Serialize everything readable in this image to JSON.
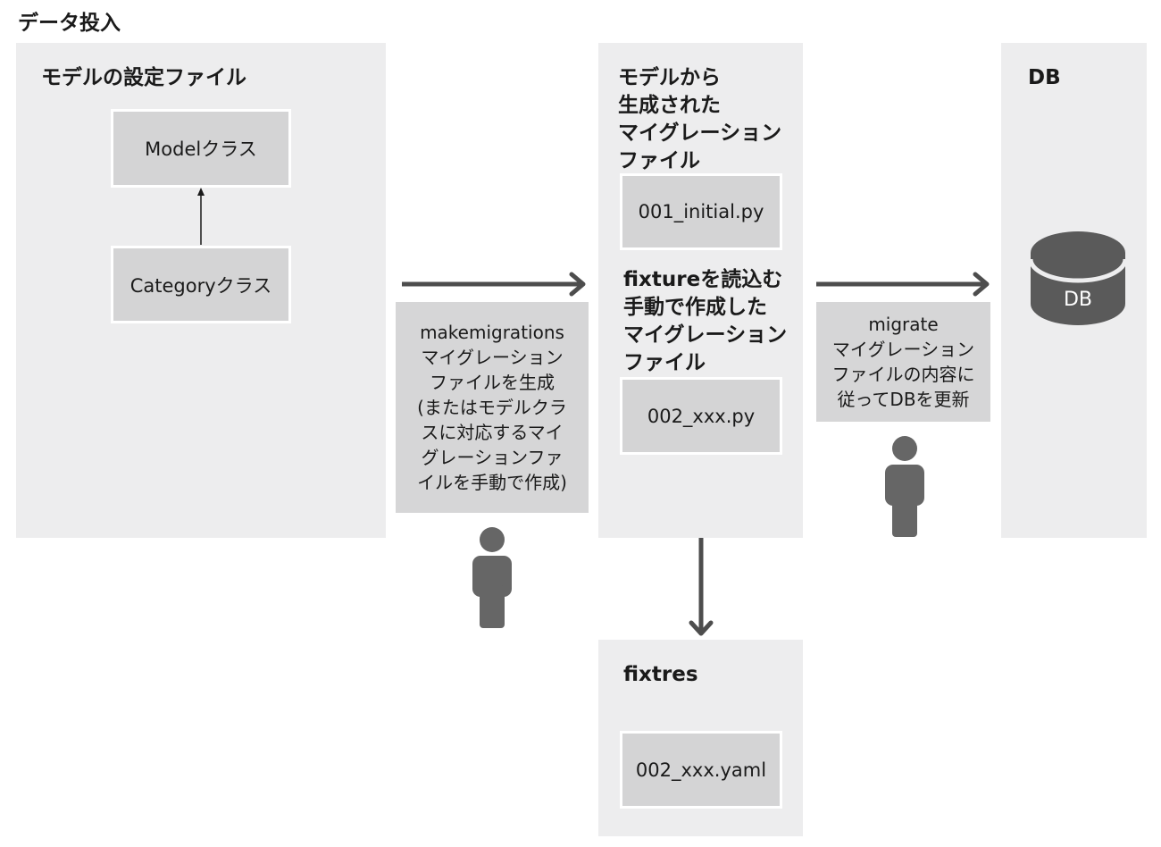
{
  "title": "データ投入",
  "panels": {
    "model_settings": {
      "heading": "モデルの設定ファイル",
      "model_box": "Modelクラス",
      "category_box": "Categoryクラス"
    },
    "migration_files": {
      "heading_lines": [
        "モデルから",
        "生成された",
        "マイグレーション",
        "ファイル"
      ],
      "initial_file": "001_initial.py",
      "fixture_heading_lines": [
        "fixtureを読込む",
        "手動で作成した",
        "マイグレーション",
        "ファイル"
      ],
      "xxx_file": "002_xxx.py"
    },
    "db": {
      "heading": "DB",
      "cylinder_label": "DB"
    },
    "fixtures": {
      "heading": "fixtres",
      "yaml_file": "002_xxx.yaml"
    }
  },
  "captions": {
    "makemigrations": [
      "makemigrations",
      "マイグレーション",
      "ファイルを生成",
      "(またはモデルクラ",
      "スに対応するマイ",
      "グレーションファ",
      "イルを手動で作成)"
    ],
    "migrate": [
      "migrate",
      "マイグレーション",
      "ファイルの内容に",
      "従ってDBを更新"
    ]
  },
  "icons": [
    "person-icon",
    "database-icon",
    "arrow-right-icon",
    "arrow-down-icon"
  ],
  "colors": {
    "panel": "#ededee",
    "box": "#d4d4d5",
    "arrow": "#4d4d4d",
    "person": "#666666",
    "cylinder": "#5a5a5a"
  }
}
